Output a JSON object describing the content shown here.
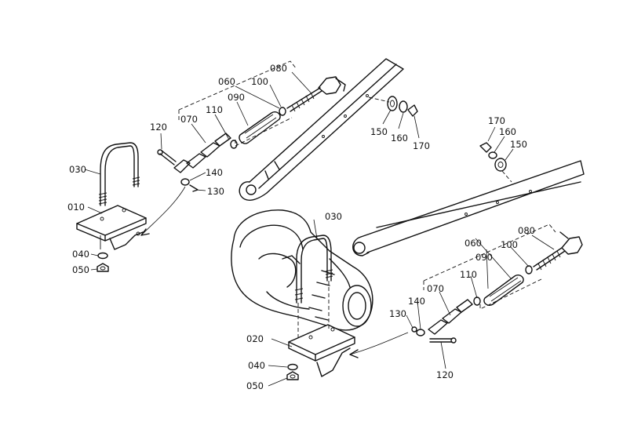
{
  "callouts": {
    "left": {
      "p010": "010",
      "p030": "030",
      "p040": "040",
      "p050": "050",
      "p060": "060",
      "p070": "070",
      "p080": "080",
      "p090": "090",
      "p100": "100",
      "p110": "110",
      "p120": "120",
      "p130": "130",
      "p140": "140"
    },
    "top": {
      "p150a": "150",
      "p160a": "160",
      "p170a": "170",
      "p170b": "170",
      "p160b": "160",
      "p150b": "150"
    },
    "right": {
      "p020": "020",
      "p030": "030",
      "p040": "040",
      "p050": "050",
      "p060": "060",
      "p070": "070",
      "p080": "080",
      "p090": "090",
      "p100": "100",
      "p110": "110",
      "p120": "120",
      "p130": "130",
      "p140": "140"
    }
  }
}
